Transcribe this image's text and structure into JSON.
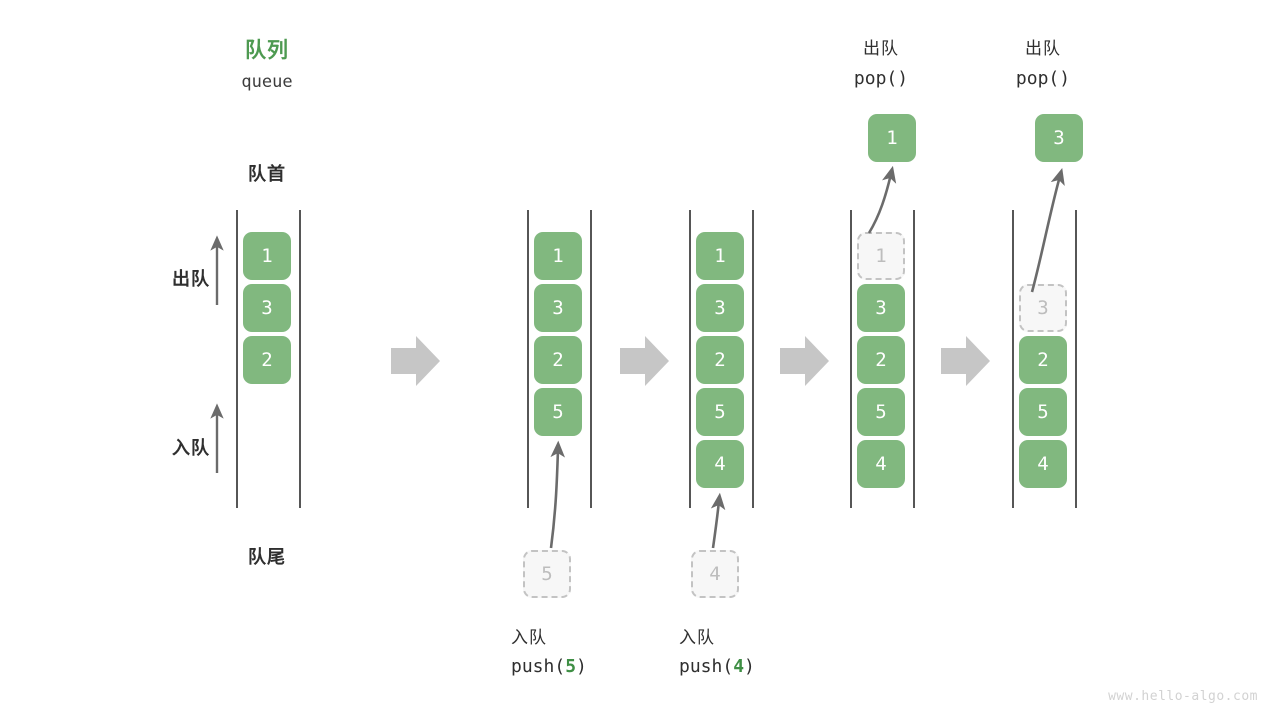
{
  "diagram": {
    "title_cn": "队列",
    "title_en": "queue",
    "head_label": "队首",
    "tail_label": "队尾",
    "dequeue_label": "出队",
    "enqueue_label": "入队",
    "accent_color": "#4e9a51",
    "element_color": "#81b87f",
    "ghost_color": "#f7f7f7",
    "arrow_color": "#c6c6c6",
    "line_color": "#565656",
    "watermark": "www.hello-algo.com"
  },
  "stages": [
    {
      "id": "stage-initial",
      "cells": [
        "1",
        "3",
        "2"
      ],
      "ghost": null,
      "side_arrows": [
        "出队",
        "入队"
      ]
    },
    {
      "id": "stage-push-5",
      "cells": [
        "1",
        "3",
        "2",
        "5"
      ],
      "ghost": {
        "value": "5",
        "position": "bottom"
      },
      "op_cn": "入队",
      "op_code_prefix": "push(",
      "op_code_arg": "5",
      "op_code_suffix": ")"
    },
    {
      "id": "stage-push-4",
      "cells": [
        "1",
        "3",
        "2",
        "5",
        "4"
      ],
      "ghost": {
        "value": "4",
        "position": "bottom"
      },
      "op_cn": "入队",
      "op_code_prefix": "push(",
      "op_code_arg": "4",
      "op_code_suffix": ")"
    },
    {
      "id": "stage-pop-1",
      "cells": [
        "3",
        "2",
        "5",
        "4"
      ],
      "ghost": {
        "value": "1",
        "position": "top"
      },
      "op_cn": "出队",
      "op_code": "pop()",
      "result": "1"
    },
    {
      "id": "stage-pop-3",
      "cells": [
        "2",
        "5",
        "4"
      ],
      "ghost": {
        "value": "3",
        "position": "row2"
      },
      "op_cn": "出队",
      "op_code": "pop()",
      "result": "3"
    }
  ],
  "flow_arrows": [
    {
      "name": "flow-arrow-1"
    },
    {
      "name": "flow-arrow-2"
    },
    {
      "name": "flow-arrow-3"
    },
    {
      "name": "flow-arrow-4"
    }
  ]
}
